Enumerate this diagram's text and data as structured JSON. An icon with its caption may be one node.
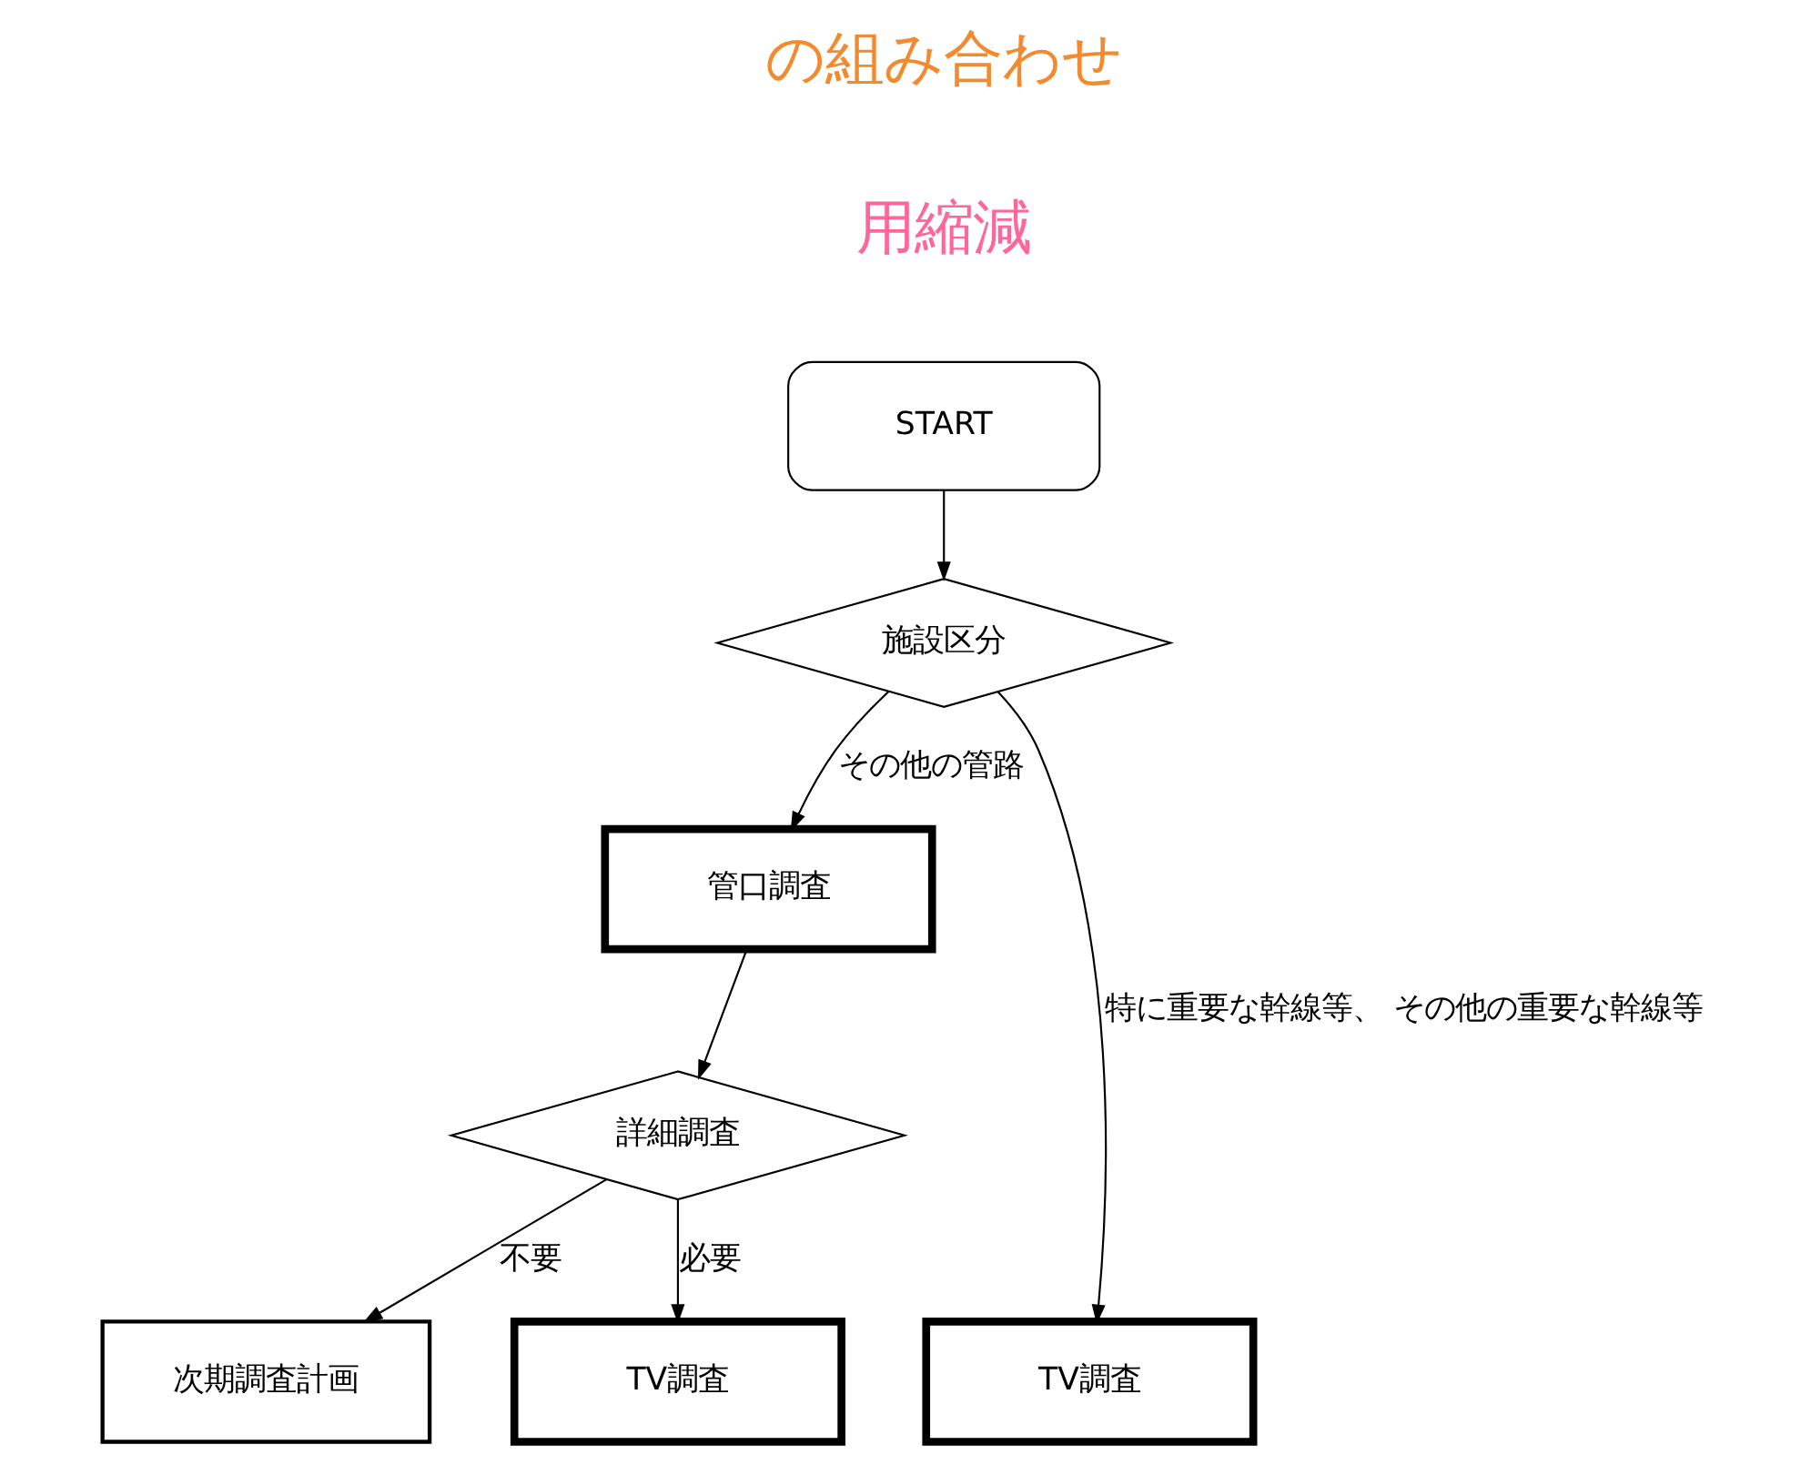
{
  "diagram": {
    "nodes": [
      {
        "text": [
          "START"
        ]
      },
      {
        "text": [
          "施設区分"
        ]
      },
      {
        "text": [
          "管口調査"
        ]
      },
      {
        "text": [
          "詳細調査"
        ]
      },
      {
        "text": [
          "次期調査計画"
        ]
      },
      {
        "text": [
          "TV調査"
        ]
      },
      {
        "text": [
          "TV調査"
        ]
      }
    ],
    "edges": [
      {
        "from": 0,
        "to": 1,
        "arrow": "to"
      },
      {
        "from": 1,
        "to": 2,
        "arrow": "to",
        "label": "その他の管路"
      },
      {
        "from": 2,
        "to": 3,
        "arrow": "to"
      },
      {
        "from": 3,
        "to": 4,
        "arrow": "to",
        "label": "不要"
      },
      {
        "from": 3,
        "to": 5,
        "arrow": "to",
        "label": "必要"
      },
      {
        "from": 1,
        "to": 6,
        "arrow": "to",
        "label": "特に重要な幹線等、 その他の重要な幹線等"
      }
    ],
    "labels": [
      "の組み合わせ",
      "用縮減"
    ]
  }
}
